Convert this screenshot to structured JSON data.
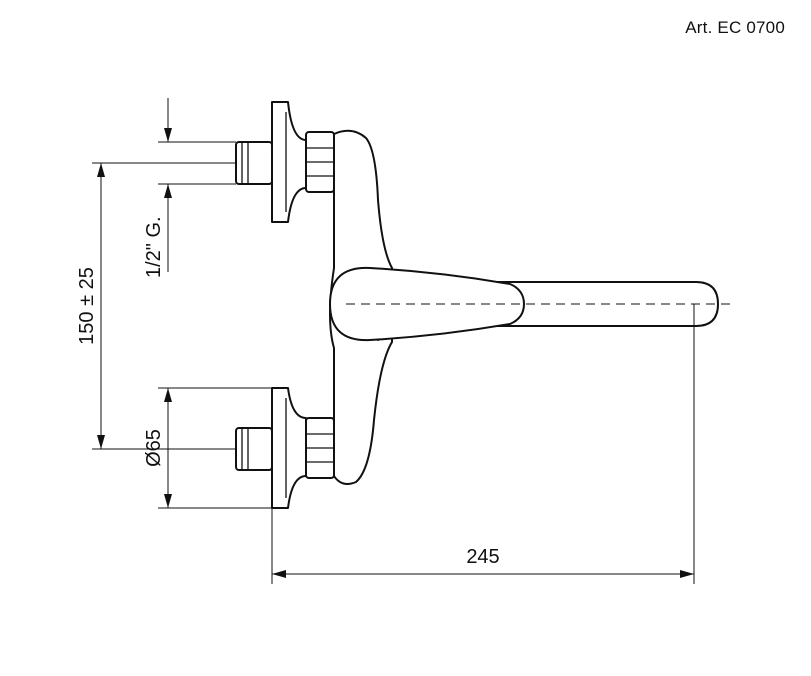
{
  "header": {
    "article": "Art. EC 0700"
  },
  "dimensions": {
    "width": "245",
    "center_distance": "150 ± 25",
    "rosette_diameter": "Ø65",
    "thread": "1/2\" G."
  }
}
